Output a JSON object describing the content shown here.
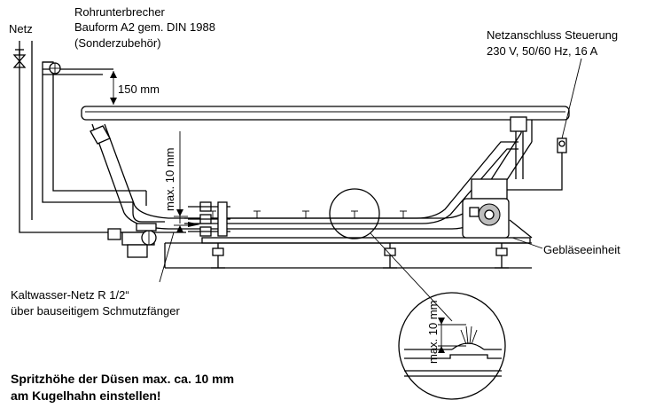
{
  "labels": {
    "netz": "Netz",
    "breaker_line1": "Rohrunterbrecher",
    "breaker_line2": "Bauform A2 gem. DIN 1988",
    "breaker_line3": "(Sonderzubehör)",
    "dim_150": "150 mm",
    "dim_max10_vertical": "max. 10 mm",
    "power_line1": "Netzanschluss Steuerung",
    "power_line2": "230 V, 50/60 Hz, 16 A",
    "blower": "Gebläseeinheit",
    "coldwater_line1": "Kaltwasser-Netz R 1/2“",
    "coldwater_line2": "über bauseitigem Schmutzfänger",
    "detail_dim": "max. 10 mm",
    "note_line1": "Spritzhöhe der Düsen max. ca. 10 mm",
    "note_line2": "am Kugelhahn einstellen!"
  },
  "icons": {
    "valve": "valve-icon",
    "pipe_breaker": "pipe-breaker-icon",
    "siphon": "drain-siphon-icon",
    "blower": "blower-unit-icon",
    "power_box": "power-connection-box-icon",
    "nozzles": "nozzle-icon",
    "detail": "detail-magnifier-icon"
  }
}
